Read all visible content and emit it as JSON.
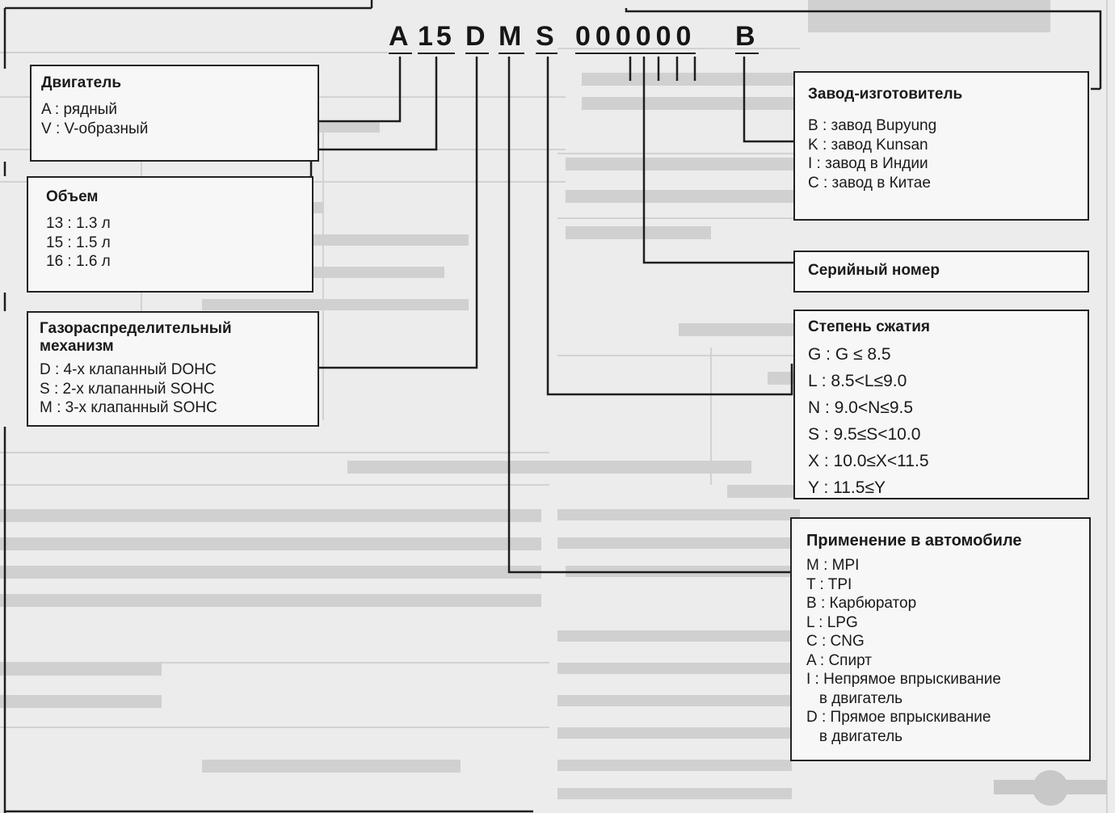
{
  "code": {
    "engine": "A",
    "displacement": "15",
    "valvetrain": "D",
    "application": "M",
    "compression": "S",
    "serial": "000000",
    "plant": "B"
  },
  "boxes": {
    "engine": {
      "title": "Двигатель",
      "items": [
        "A :  рядный",
        "V : V-образный"
      ]
    },
    "volume": {
      "title": "Объем",
      "items": [
        "13 : 1.3 л",
        "15 : 1.5 л",
        "16 : 1.6 л"
      ]
    },
    "timing": {
      "title_line1": "Газораспределительный",
      "title_line2": "механизм",
      "items": [
        "D : 4-х клапанный DOHC",
        "S : 2-х клапанный SOHC",
        "M : 3-х клапанный SOHC"
      ]
    },
    "manufacturer": {
      "title": "Завод-изготовитель",
      "items": [
        "B : завод Bupyung",
        "K : завод Kunsan",
        "I : завод в Индии",
        "C : завод в Китае"
      ]
    },
    "serial": {
      "title": "Серийный номер"
    },
    "compression": {
      "title": "Степень сжатия",
      "items": [
        "G  : G ≤ 8.5",
        "L  : 8.5<L≤9.0",
        "N  : 9.0<N≤9.5",
        "S  : 9.5≤S<10.0",
        "X  : 10.0≤X<11.5",
        "Y  : 11.5≤Y"
      ]
    },
    "application": {
      "title": "Применение в автомобиле",
      "items": [
        "M : MPI",
        "T : TPI",
        "B : Карбюратор",
        "L : LPG",
        "C : CNG",
        "A : Спирт",
        "I : Непрямое впрыскивание",
        "   в двигатель",
        "D : Прямое впрыскивание",
        "   в двигатель"
      ]
    }
  }
}
